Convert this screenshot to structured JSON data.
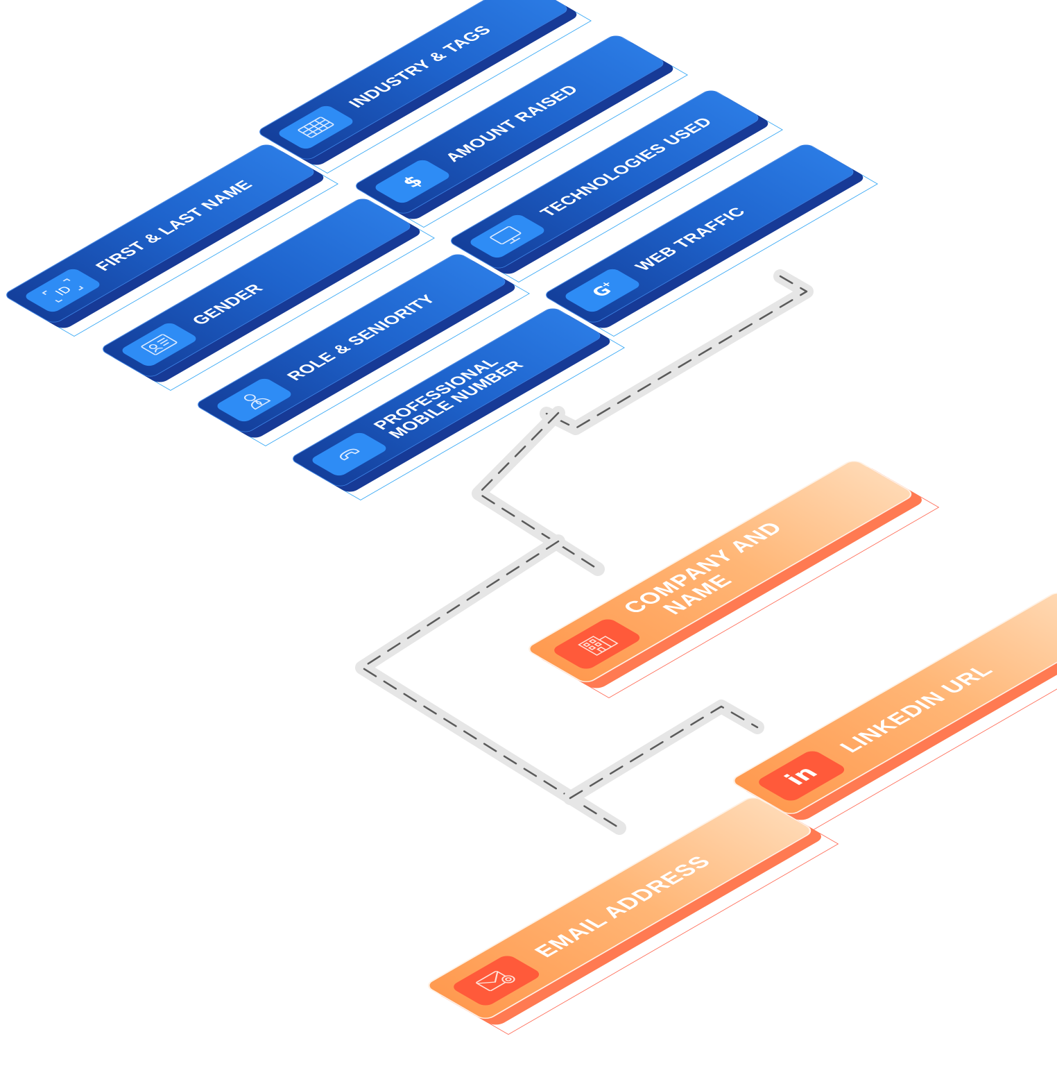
{
  "blue_cards": [
    {
      "label": "INDUSTRY & TAGS",
      "icon": "building-grid-icon"
    },
    {
      "label": "AMOUNT RAISED",
      "icon": "dollar-icon"
    },
    {
      "label": "TECHNOLOGIES USED",
      "icon": "monitor-icon"
    },
    {
      "label": "WEB TRAFFIC",
      "icon": "google-plus-icon"
    },
    {
      "label": "FIRST & LAST NAME",
      "icon": "id-icon"
    },
    {
      "label": "GENDER",
      "icon": "id-card-icon"
    },
    {
      "label": "ROLE & SENIORITY",
      "icon": "person-icon"
    },
    {
      "label_line1": "PROFESSIONAL",
      "label_line2": "MOBILE NUMBER",
      "icon": "phone-icon"
    }
  ],
  "orange_cards": [
    {
      "label_line1": "COMPANY AND",
      "label_line2": "NAME",
      "icon": "office-building-icon"
    },
    {
      "label": "LINKEDIN URL",
      "icon": "linkedin-icon",
      "icon_text": "in"
    },
    {
      "label": "EMAIL ADDRESS",
      "icon": "email-icon"
    }
  ],
  "colors": {
    "blue_dark": "#143f9b",
    "blue_light": "#2b7be4",
    "blue_icon": "#2e8cf5",
    "orange": "#ff9a50",
    "orange_icon": "#ff5a3a",
    "connector": "#e6e6e6"
  }
}
